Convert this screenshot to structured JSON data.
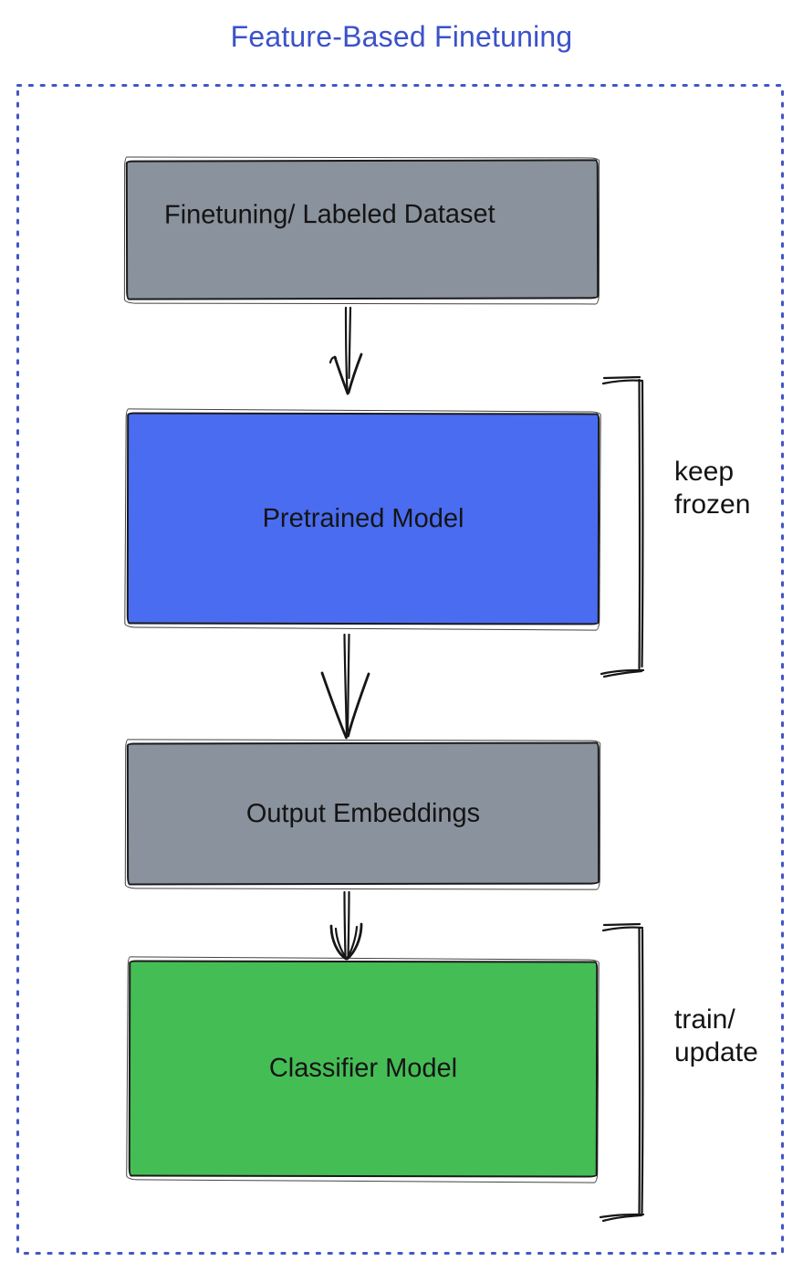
{
  "title": "Feature-Based Finetuning",
  "colors": {
    "title_text": "#3B52C9",
    "frame_border": "#4156C6",
    "dataset_fill": "#8A929D",
    "pretrained_fill": "#4A6CF0",
    "embeddings_fill": "#8A929D",
    "classifier_fill": "#45BD55",
    "stroke": "#161616"
  },
  "nodes": {
    "dataset": {
      "label": "Finetuning/ Labeled Dataset"
    },
    "pretrained": {
      "label": "Pretrained Model"
    },
    "embeddings": {
      "label": "Output Embeddings"
    },
    "classifier": {
      "label": "Classifier Model"
    }
  },
  "annotations": {
    "keep_frozen": {
      "line1": "keep",
      "line2": "frozen"
    },
    "train_update": {
      "line1": "train/",
      "line2": "update"
    }
  }
}
